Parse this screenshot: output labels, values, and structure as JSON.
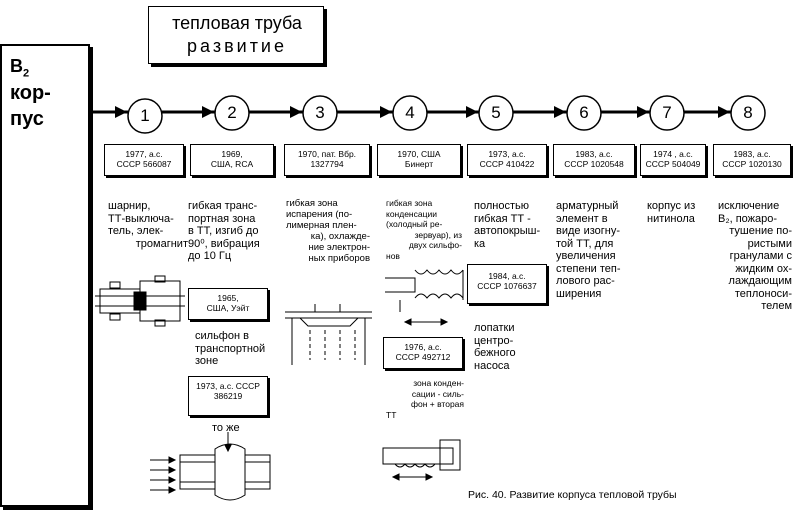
{
  "title": {
    "line1": "тепловая труба",
    "line2": "развитие"
  },
  "side": {
    "b": "B",
    "sub": "2",
    "line1": "кор-",
    "line2": "пус"
  },
  "steps": [
    {
      "n": "1",
      "ref": [
        "1977, а.с.",
        "СССР 566087"
      ],
      "desc": [
        "шарнир,",
        "ТТ-выключа-",
        "тель, элек-",
        "тромагнит"
      ]
    },
    {
      "n": "2",
      "ref": [
        "1969,",
        "США, RCA"
      ],
      "desc": [
        "гибкая транс-",
        "портная зона",
        "в ТТ, изгиб до",
        "90⁰, вибрация",
        "до 10 Гц"
      ]
    },
    {
      "n": "3",
      "ref": [
        "1970, пат. Вбр.",
        "1327794"
      ],
      "desc": [
        "гибкая зона",
        "испарения (по-",
        "лимерная плен-",
        "ка), охлажде-",
        "ние электрон-",
        "ных приборов"
      ]
    },
    {
      "n": "4",
      "ref": [
        "1970, США",
        "Бинерт"
      ],
      "desc": [
        "гибкая зона",
        "конденсации",
        "(холодный ре-",
        "зервуар), из",
        "двух сильфо-",
        "нов"
      ]
    },
    {
      "n": "5",
      "ref": [
        "1973, а.с.",
        "СССР 410422"
      ],
      "desc": [
        "полностью",
        "гибкая ТТ -",
        "автопокрыш-",
        "ка"
      ]
    },
    {
      "n": "6",
      "ref": [
        "1983, а.с.",
        "СССР 1020548"
      ],
      "desc": [
        "арматурный",
        "элемент в",
        "виде изогну-",
        "той ТТ, для",
        "увеличения",
        "степени теп-",
        "лового рас-",
        "ширения"
      ]
    },
    {
      "n": "7",
      "ref": [
        "1974 , а.с.",
        "СССР 504049"
      ],
      "desc": [
        "корпус из",
        "нитинола"
      ]
    },
    {
      "n": "8",
      "ref": [
        "1983, а.с.",
        "СССР 1020130"
      ],
      "desc": [
        "исключение",
        "В₂, пожаро-",
        "тушение по-",
        "ристыми",
        "гранулами с",
        "жидким ох-",
        "лаждающим",
        "теплоноси-",
        "телем"
      ]
    }
  ],
  "extra": {
    "ref2b": [
      "1965,",
      "США, Уэйт"
    ],
    "desc2b": [
      "сильфон в",
      "транспортной",
      "зоне"
    ],
    "ref2c": [
      "1973, а.с. СССР",
      "386219"
    ],
    "desc2c": "то же",
    "ref4b": [
      "1976, а.с.",
      "СССР 492712"
    ],
    "desc4b": [
      "зона конден-",
      "сации - силь-",
      "фон + вторая",
      "ТТ"
    ],
    "ref5b": [
      "1984, а.с.",
      "СССР 1076637"
    ],
    "desc5b": [
      "лопатки",
      "центро-",
      "бежного",
      "насоса"
    ]
  },
  "caption": "Рис. 40. Развитие корпуса тепловой трубы"
}
